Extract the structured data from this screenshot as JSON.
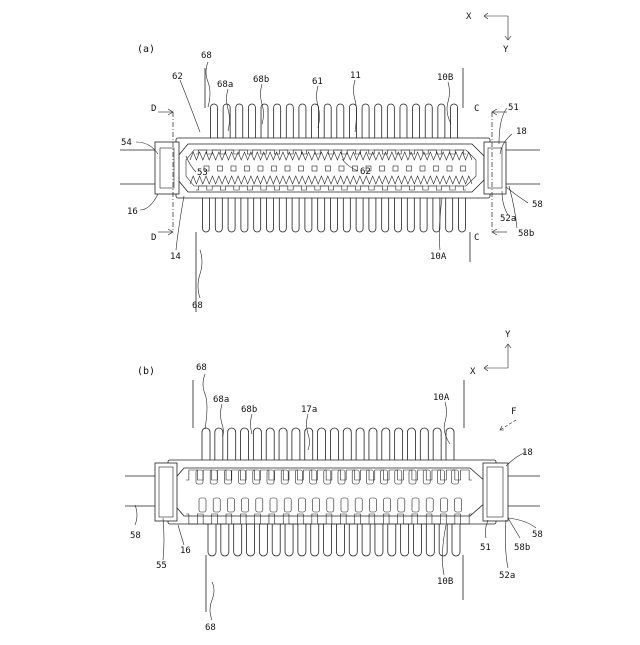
{
  "panels": [
    {
      "id": "a",
      "label": "(a)",
      "axis": {
        "h": "X",
        "v": "Y"
      },
      "callouts": [
        "68",
        "68a",
        "68b",
        "61",
        "11",
        "10B",
        "62",
        "51",
        "18",
        "54",
        "53",
        "62",
        "16",
        "14",
        "10A",
        "52a",
        "58",
        "58b",
        "68",
        "D",
        "D",
        "C",
        "C"
      ]
    },
    {
      "id": "b",
      "label": "(b)",
      "axis": {
        "h": "X",
        "v": "Y"
      },
      "callouts": [
        "68",
        "68a",
        "68b",
        "17a",
        "10A",
        "F",
        "18",
        "58",
        "16",
        "55",
        "51",
        "52a",
        "58b",
        "58",
        "10B",
        "68"
      ]
    }
  ]
}
